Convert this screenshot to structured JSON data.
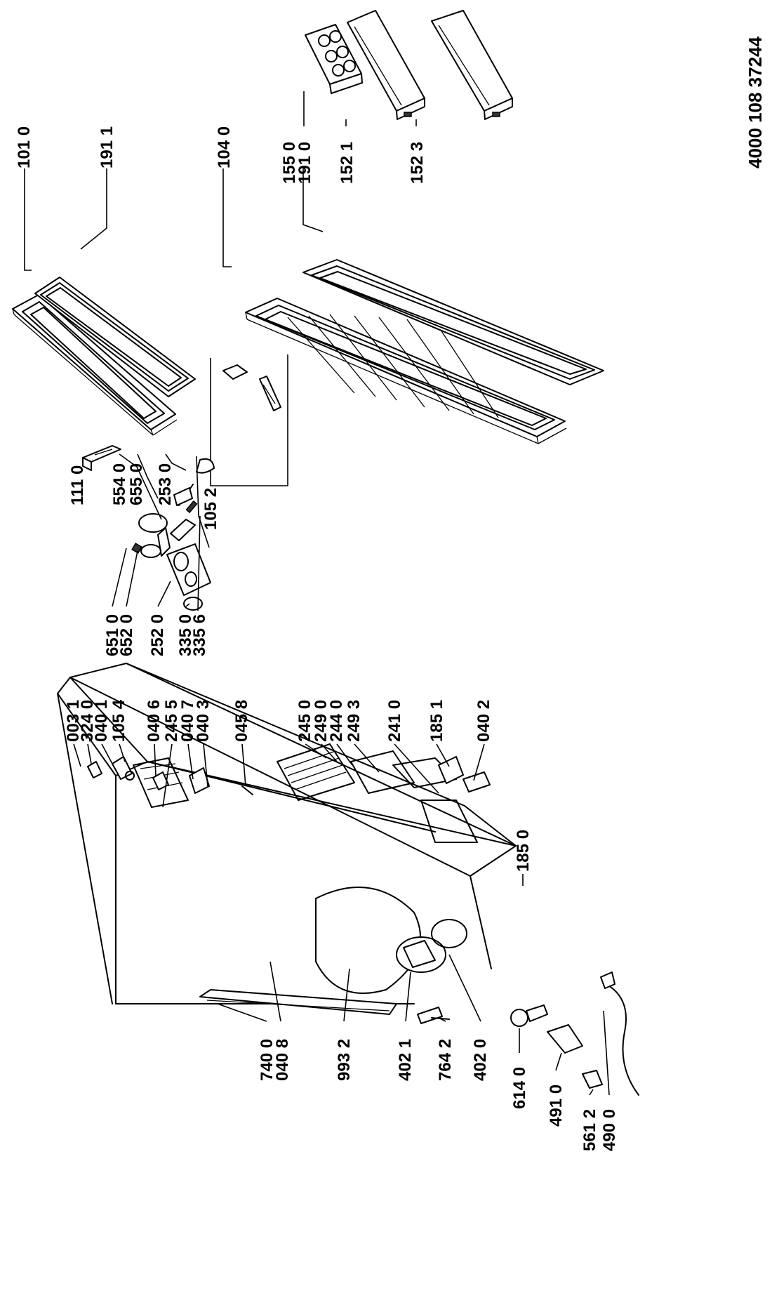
{
  "document_number": "4000 108 37244",
  "labels": {
    "p1010": "101 0",
    "p1911": "191 1",
    "p1040": "104 0",
    "p1550": "155 0",
    "p1910": "191 0",
    "p1521": "152 1",
    "p1523": "152 3",
    "p1110": "111 0",
    "p5540": "554 0",
    "p6550": "655 0",
    "p2530": "253 0",
    "p1052": "105 2",
    "p6510": "651 0",
    "p6520": "652 0",
    "p2520": "252 0",
    "p3350": "335 0",
    "p3356": "335 6",
    "p0031": "003 1",
    "p3240": "324 0",
    "p0401": "040 1",
    "p1054": "105 4",
    "p0406": "040 6",
    "p2455": "245 5",
    "p0407": "040 7",
    "p0403": "040 3",
    "p0458": "045 8",
    "p2450": "245 0",
    "p2490": "249 0",
    "p2440": "244 0",
    "p2493": "249 3",
    "p2410": "241 0",
    "p1851": "185 1",
    "p0402": "040 2",
    "p1850": "185 0",
    "p7400": "740 0",
    "p0408": "040 8",
    "p9932": "993 2",
    "p4021": "402 1",
    "p7642": "764 2",
    "p4020": "402 0",
    "p6140": "614 0",
    "p4910": "491 0",
    "p5612": "561 2",
    "p4900": "490 0"
  }
}
